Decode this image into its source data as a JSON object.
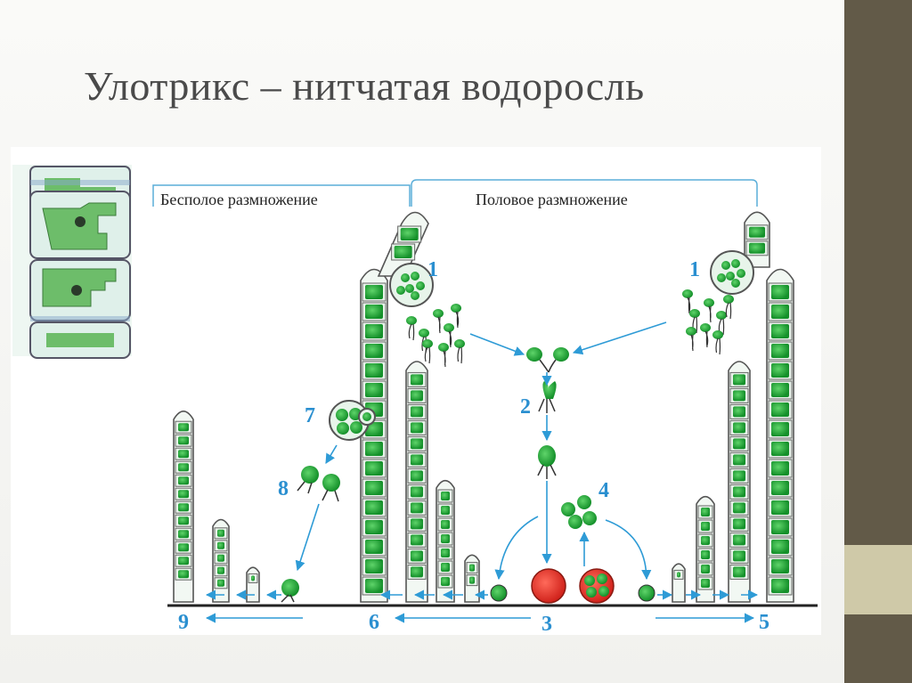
{
  "slide": {
    "title": "Улотрикс – нитчатая водоросль",
    "colors": {
      "title": "#4a4a4a",
      "side_band_dark": "#625a48",
      "side_band_light": "#cfc9a8",
      "cell_green": "#23a83a",
      "zygote_red": "#e8302a",
      "arrow_blue": "#2e9bd6"
    }
  },
  "diagram": {
    "headers": {
      "asexual": "Бесполое размножение",
      "sexual": "Половое размножение"
    },
    "stage_numbers": {
      "n1_left": "1",
      "n1_right": "1",
      "n2": "2",
      "n3": "3",
      "n4": "4",
      "n5": "5",
      "n6": "6",
      "n7": "7",
      "n8": "8",
      "n9": "9"
    }
  }
}
